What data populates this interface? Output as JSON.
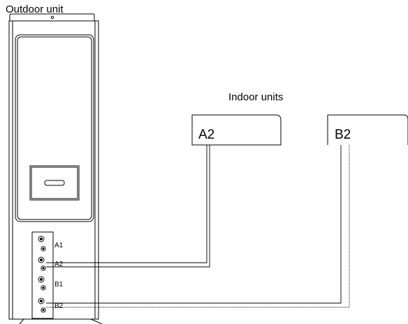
{
  "labels": {
    "outdoor_title": "Outdoor unit",
    "indoor_title": "Indoor units"
  },
  "indoor_units": [
    {
      "label": "A2"
    },
    {
      "label": "B2"
    }
  ],
  "ports": [
    {
      "label": "A1"
    },
    {
      "label": "A2"
    },
    {
      "label": "B1"
    },
    {
      "label": "B2"
    }
  ]
}
